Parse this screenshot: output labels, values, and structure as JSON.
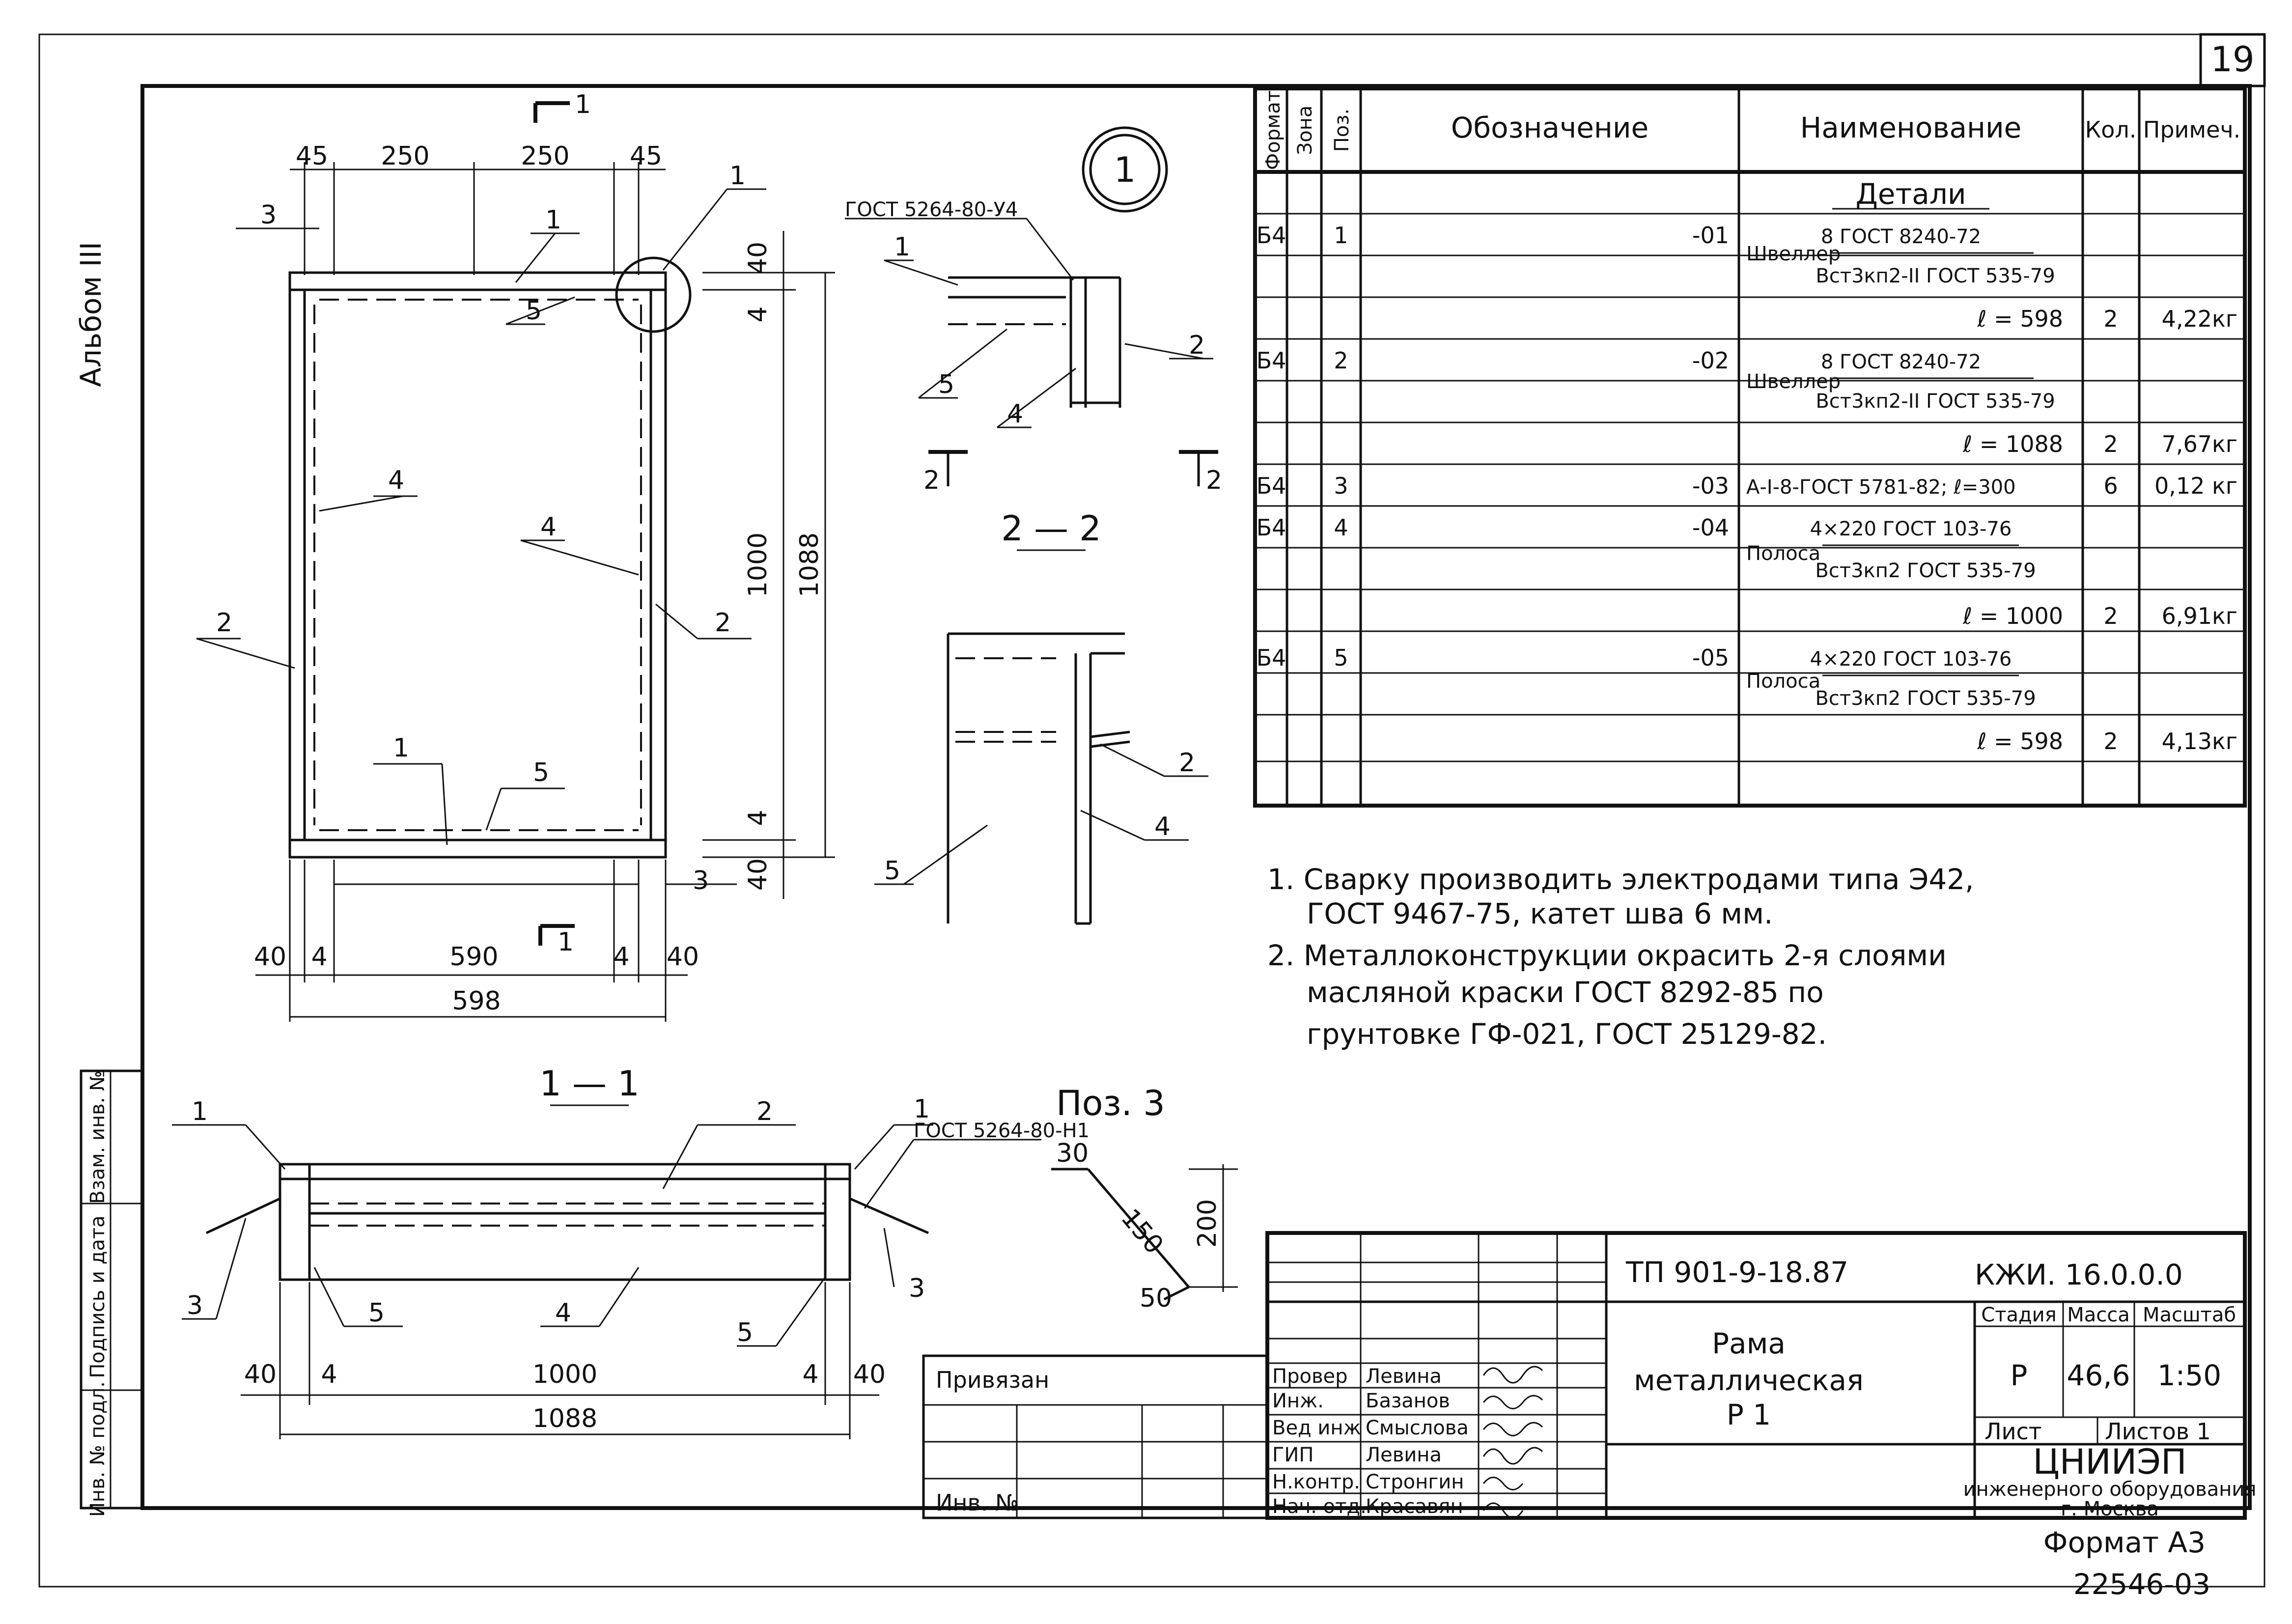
{
  "sheet": {
    "number": "19",
    "album": "Альбом III",
    "archive_number": "22546-03",
    "format": "Формат А3"
  },
  "side_stamp": {
    "cells": [
      "Инв. № подл.",
      "Подпись и дата",
      "Взам. инв. №"
    ]
  },
  "front_view": {
    "dims": [
      "45",
      "250",
      "250",
      "45",
      "40",
      "4",
      "1000",
      "1088",
      "4",
      "40",
      "40",
      "4",
      "590",
      "4",
      "40",
      "598"
    ],
    "labels": [
      "1",
      "1",
      "3",
      "1",
      "5",
      "4",
      "4",
      "2",
      "2",
      "1",
      "5",
      "3"
    ],
    "section_marks": [
      "1",
      "1"
    ]
  },
  "node": {
    "number": "1",
    "gost": "ГОСТ 5264-80-У4",
    "labels": [
      "1",
      "2",
      "5",
      "4"
    ]
  },
  "section_2_2": {
    "title": "2 — 2",
    "marks": [
      "2",
      "2"
    ],
    "labels": [
      "2",
      "4",
      "5"
    ]
  },
  "section_1_1": {
    "title": "1 — 1",
    "gost": "ГОСТ 5264-80-Н1",
    "labels": [
      "1",
      "2",
      "1",
      "3",
      "5",
      "4",
      "5",
      "3"
    ],
    "dims": [
      "40",
      "4",
      "1000",
      "4",
      "40",
      "1088"
    ]
  },
  "pos3": {
    "title": "Поз. 3",
    "dims": [
      "30",
      "150",
      "200",
      "50"
    ]
  },
  "spec": {
    "headers": [
      "Формат",
      "Зона",
      "Поз.",
      "Обозначение",
      "Наименование",
      "Кол.",
      "Примеч."
    ],
    "section_title": "Детали",
    "rows": [
      {
        "fmt": "Б4",
        "pos": "1",
        "code": "-01",
        "name_prefix": "Швеллер",
        "name_top": "8 ГОСТ 8240-72",
        "name_bottom": "Вст3кп2-II ГОСТ 535-79",
        "length": "ℓ = 598",
        "qty": "2",
        "note": "4,22кг"
      },
      {
        "fmt": "Б4",
        "pos": "2",
        "code": "-02",
        "name_prefix": "Швеллер",
        "name_top": "8 ГОСТ 8240-72",
        "name_bottom": "Вст3кп2-II ГОСТ 535-79",
        "length": "ℓ = 1088",
        "qty": "2",
        "note": "7,67кг"
      },
      {
        "fmt": "Б4",
        "pos": "3",
        "code": "-03",
        "name_line": "А-I-8-ГОСТ 5781-82; ℓ=300",
        "qty": "6",
        "note": "0,12 кг"
      },
      {
        "fmt": "Б4",
        "pos": "4",
        "code": "-04",
        "name_prefix": "Полоса",
        "name_top": "4×220 ГОСТ 103-76",
        "name_bottom": "Вст3кп2 ГОСТ 535-79",
        "length": "ℓ = 1000",
        "qty": "2",
        "note": "6,91кг"
      },
      {
        "fmt": "Б4",
        "pos": "5",
        "code": "-05",
        "name_prefix": "Полоса",
        "name_top": "4×220 ГОСТ 103-76",
        "name_bottom": "Вст3кп2 ГОСТ 535-79",
        "length": "ℓ = 598",
        "qty": "2",
        "note": "4,13кг"
      }
    ]
  },
  "notes": [
    "1. Сварку производить электродами типа Э42,",
    "ГОСТ 9467-75, катет шва 6 мм.",
    "2. Металлоконструкции окрасить 2-я слоями",
    "масляной краски ГОСТ 8292-85 по",
    "грунтовке ГФ-021, ГОСТ 25129-82."
  ],
  "title_block": {
    "project": "ТП 901-9-18.87",
    "code": "КЖИ. 16.0.0.0",
    "title_lines": [
      "Рама",
      "металлическая",
      "Р 1"
    ],
    "stage_header": "Стадия",
    "mass_header": "Масса",
    "scale_header": "Масштаб",
    "stage": "Р",
    "mass": "46,6",
    "scale": "1:50",
    "sheet_label": "Лист",
    "sheets_label": "Листов 1",
    "org": [
      "ЦНИИЭП",
      "инженерного оборудования",
      "г. Москва"
    ],
    "roles": [
      "Провер",
      "Инж.",
      "Вед инж",
      "ГИП",
      "Н.контр.",
      "Нач. отд."
    ],
    "names": [
      "Левина",
      "Базанов",
      "Смыслова",
      "Левина",
      "Стронгин",
      "Красавян"
    ]
  },
  "binding": {
    "label": "Привязан",
    "inv_label": "Инв. №"
  }
}
